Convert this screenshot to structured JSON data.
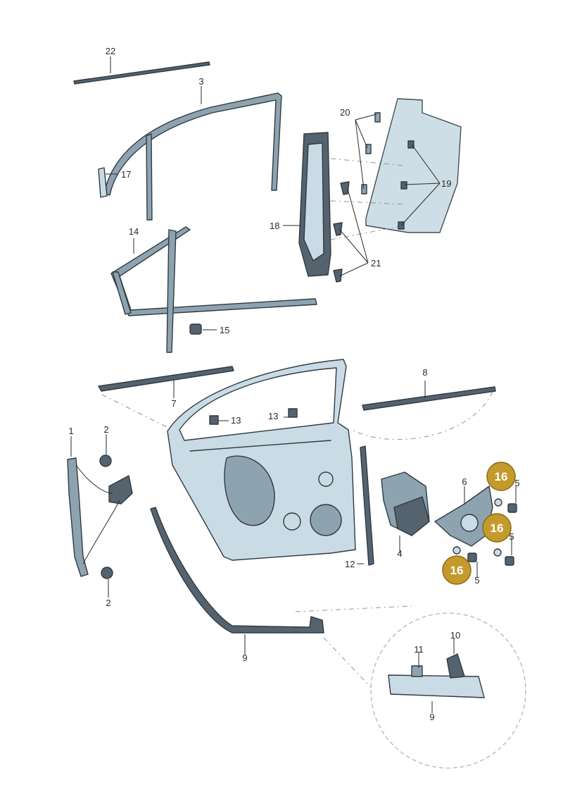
{
  "labels": {
    "p1": "1",
    "p2a": "2",
    "p2b": "2",
    "p3": "3",
    "p4": "4",
    "p5a": "5",
    "p5b": "5",
    "p5c": "5",
    "p6": "6",
    "p7": "7",
    "p8": "8",
    "p9a": "9",
    "p9b": "9",
    "p10": "10",
    "p11": "11",
    "p12": "12",
    "p13a": "13",
    "p13b": "13",
    "p14": "14",
    "p15": "15",
    "p17": "17",
    "p18": "18",
    "p19": "19",
    "p20": "20",
    "p21": "21",
    "p22": "22"
  },
  "badges": [
    "16",
    "16",
    "16"
  ],
  "colors": {
    "badge": "#c49a2c",
    "part_fill": "#c9dbe4",
    "outline": "#2f3a44"
  }
}
